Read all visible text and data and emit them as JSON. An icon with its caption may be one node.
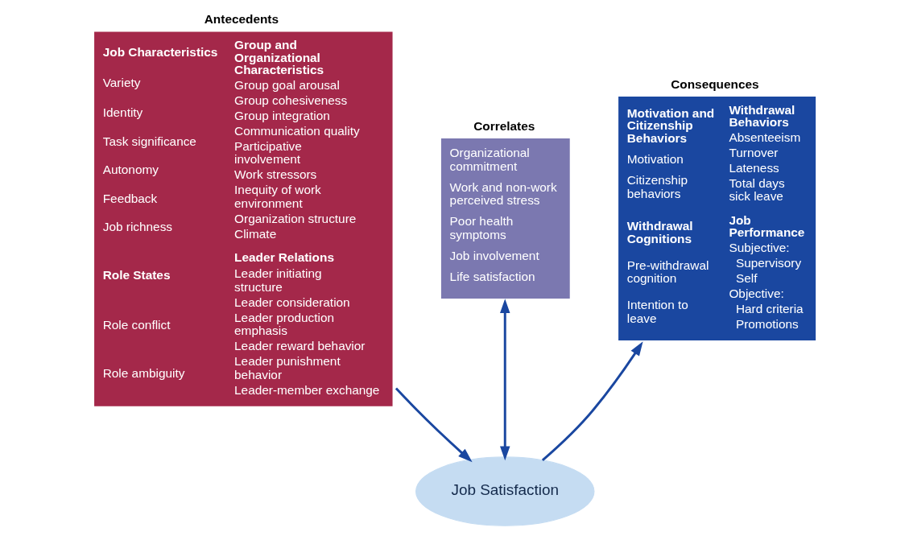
{
  "diagram": {
    "nodes": [
      {
        "text": [
          "Antecedents",
          "Job Characteristics",
          "Variety",
          "Identity",
          "Task significance",
          "Autonomy",
          "Feedback",
          "Job richness",
          "Group and Organizational Characteristics",
          "Group goal arousal",
          "Group cohesiveness",
          "Group integration",
          "Communication quality",
          "Participative involvement",
          "Work stressors",
          "Inequity of work environment",
          "Organization structure",
          "Climate",
          "Role States",
          "Role conflict",
          "Role ambiguity",
          "Leader Relations",
          "Leader initiating structure",
          "Leader consideration",
          "Leader production emphasis",
          "Leader reward behavior",
          "Leader punishment behavior",
          "Leader-member exchange"
        ]
      },
      {
        "text": [
          "Correlates",
          "Organizational commitment",
          "Work and non-work perceived stress",
          "Poor health symptoms",
          "Job involvement",
          "Life satisfaction"
        ]
      },
      {
        "text": [
          "Consequences",
          "Motivation and Citizenship Behaviors",
          "Motivation",
          "Citizenship behaviors",
          "Withdrawal Behaviors",
          "Absenteeism",
          "Turnover",
          "Lateness",
          "Total days sick leave",
          "Withdrawal Cognitions",
          "Pre-withdrawal cognition",
          "Intention to leave",
          "Job Performance",
          "Subjective:",
          "Supervisory",
          "Self",
          "Objective:",
          "Hard criteria",
          "Promotions"
        ]
      },
      {
        "text": [
          "Job Satisfaction"
        ]
      }
    ],
    "edges": [
      {
        "from": 0,
        "to": 3,
        "arrow": "to"
      },
      {
        "from": 3,
        "to": 1,
        "arrow": "both"
      },
      {
        "from": 3,
        "to": 2,
        "arrow": "to"
      }
    ]
  }
}
